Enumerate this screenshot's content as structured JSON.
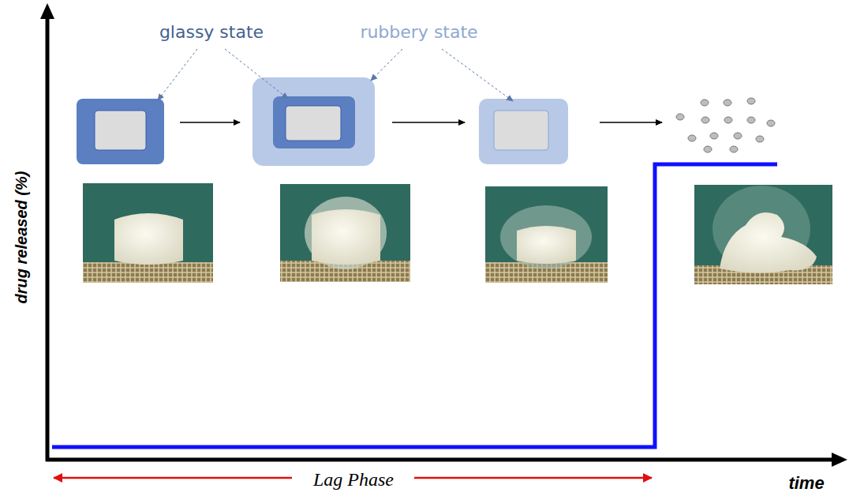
{
  "diagram": {
    "labels": [
      "glassy state",
      "rubbery state",
      "drug released (%)",
      "time",
      "Lag Phase"
    ]
  }
}
